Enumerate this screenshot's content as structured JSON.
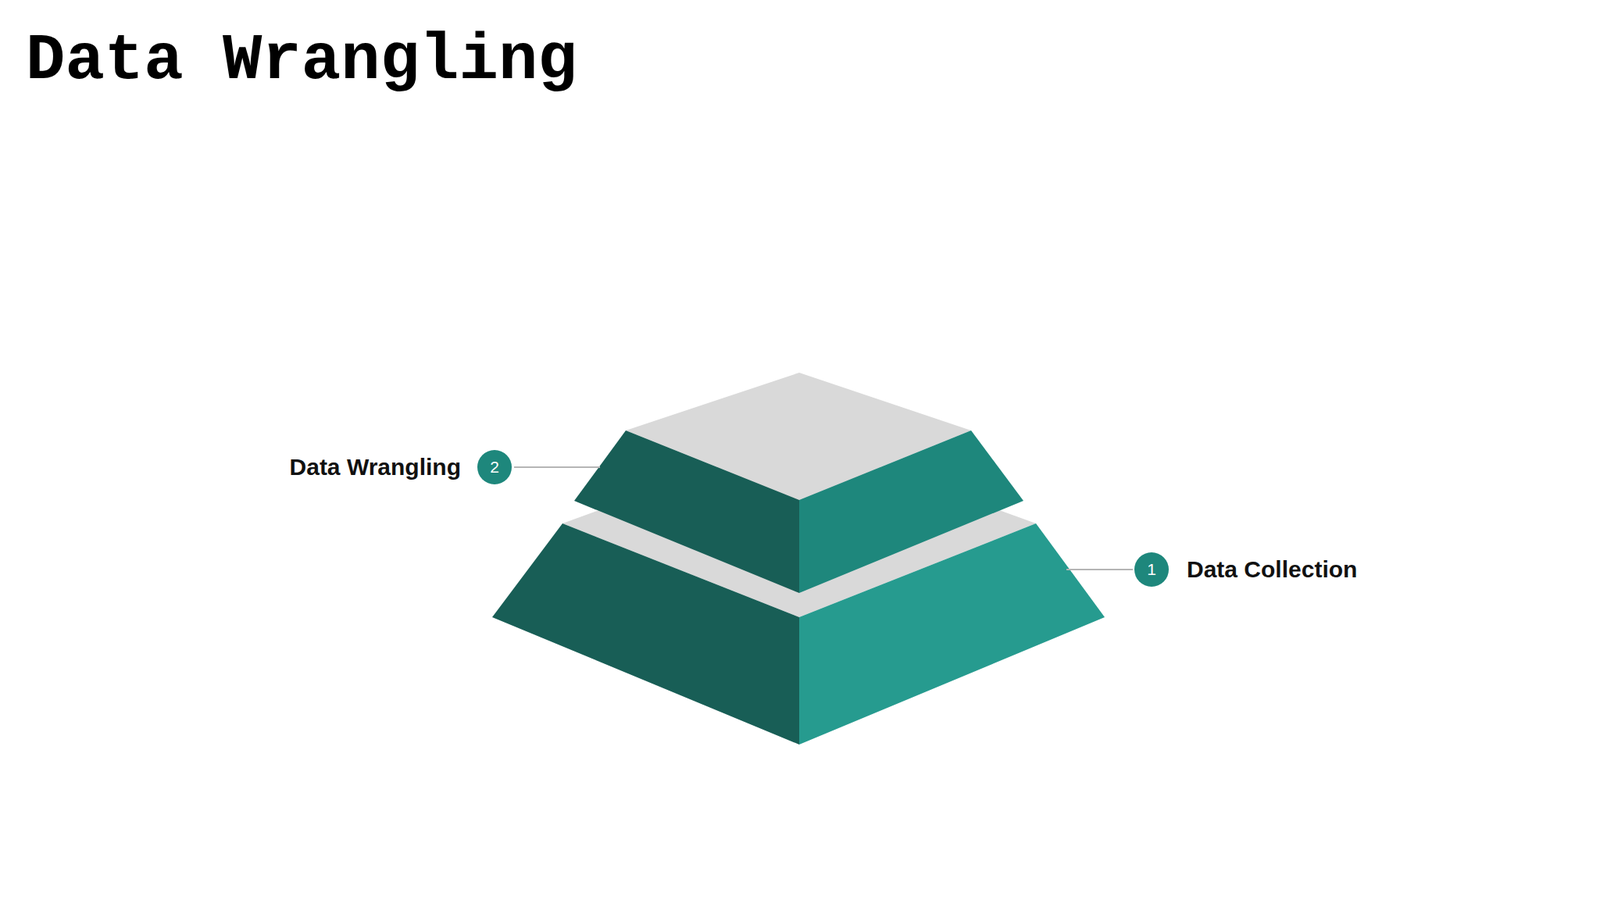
{
  "diagram": {
    "title": "Data Wrangling",
    "labels": [
      "Data Wrangling",
      "2",
      "1",
      "Data Collection"
    ]
  }
}
